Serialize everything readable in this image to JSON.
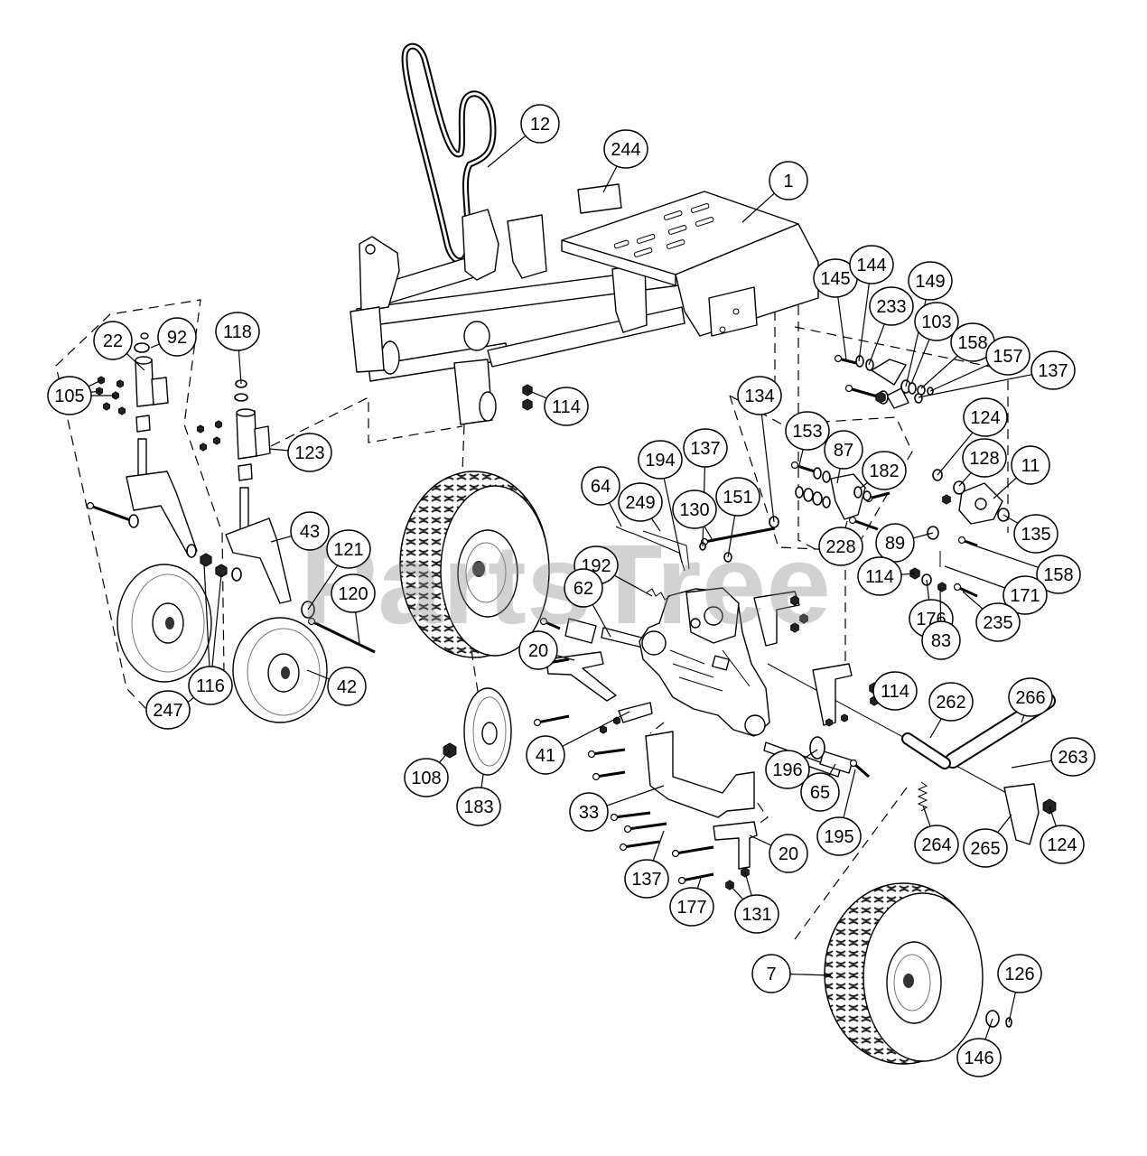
{
  "diagram": {
    "watermark": "PartsTree",
    "callouts": [
      "12",
      "244",
      "1",
      "145",
      "144",
      "233",
      "149",
      "103",
      "158",
      "157",
      "137",
      "22",
      "92",
      "118",
      "105",
      "114",
      "123",
      "134",
      "124",
      "153",
      "87",
      "137",
      "194",
      "128",
      "11",
      "182",
      "64",
      "249",
      "151",
      "130",
      "43",
      "121",
      "135",
      "228",
      "89",
      "158",
      "192",
      "62",
      "120",
      "114",
      "171",
      "176",
      "235",
      "83",
      "20",
      "116",
      "42",
      "247",
      "114",
      "262",
      "266",
      "41",
      "196",
      "263",
      "108",
      "65",
      "183",
      "33",
      "195",
      "264",
      "265",
      "124",
      "20",
      "137",
      "177",
      "131",
      "7",
      "126",
      "146"
    ]
  }
}
